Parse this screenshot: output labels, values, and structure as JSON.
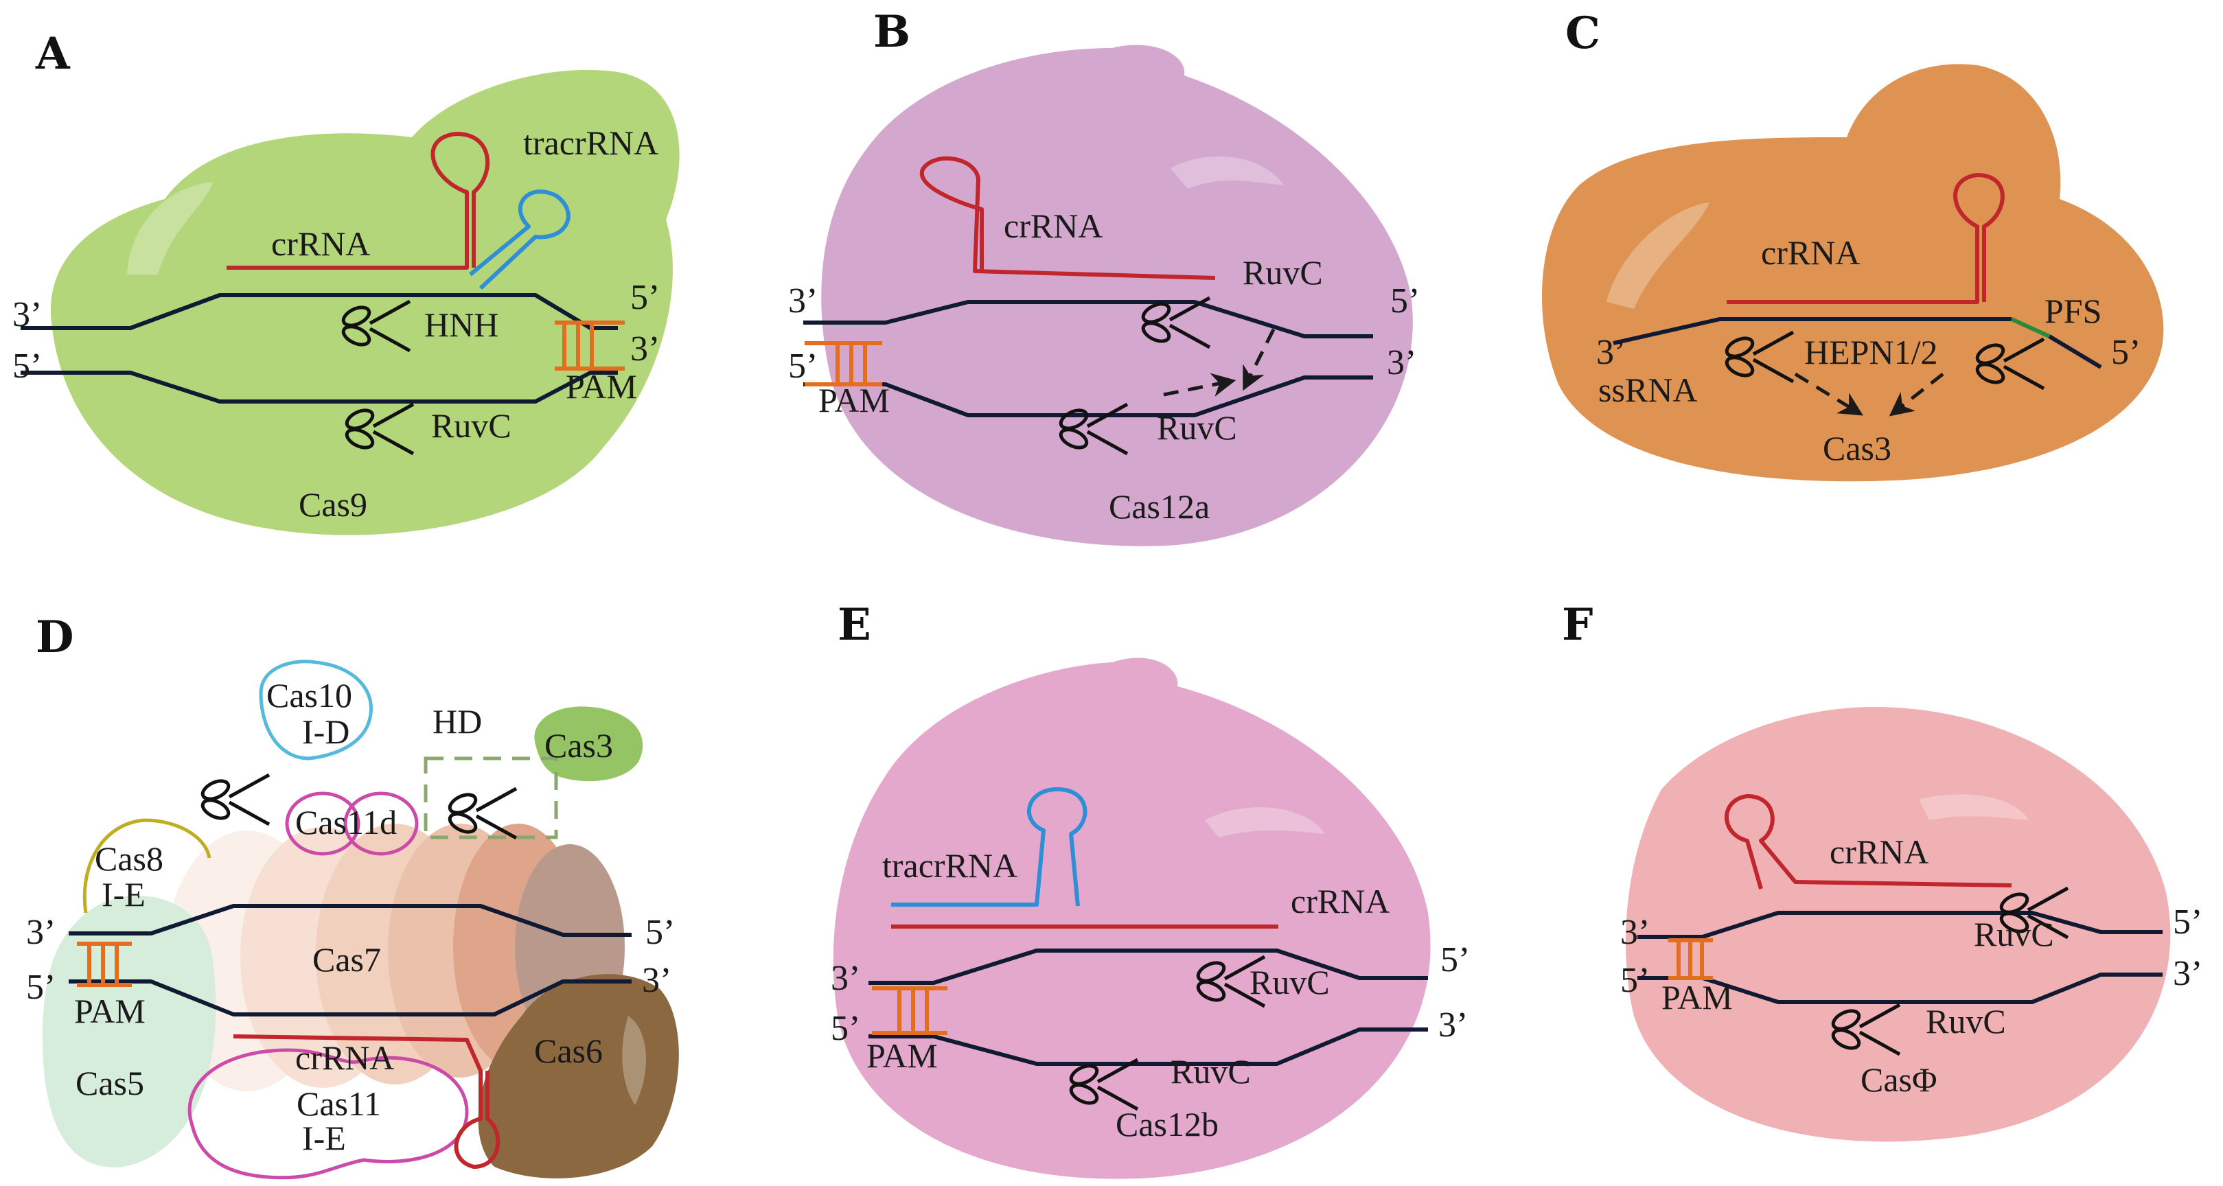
{
  "panels": {
    "A": {
      "letter": "A",
      "protein": "Cas9",
      "crRNA": "crRNA",
      "tracrRNA": "tracrRNA",
      "HNH": "HNH",
      "RuvC": "RuvC",
      "PAM": "PAM",
      "end_top_left": "3’",
      "end_bottom_left": "5’",
      "end_top_right": "5’",
      "end_bottom_right": "3’"
    },
    "B": {
      "letter": "B",
      "protein": "Cas12a",
      "crRNA": "crRNA",
      "RuvC_top": "RuvC",
      "RuvC_bottom": "RuvC",
      "PAM": "PAM",
      "end_top_left": "3’",
      "end_bottom_left": "5’",
      "end_top_right": "5’",
      "end_bottom_right": "3’"
    },
    "C": {
      "letter": "C",
      "protein": "Cas3",
      "crRNA": "crRNA",
      "PFS": "PFS",
      "HEPN": "HEPN1/2",
      "ssRNA": "ssRNA",
      "end_left": "3’",
      "end_right": "5’"
    },
    "D": {
      "letter": "D",
      "cas10": "Cas10",
      "cas10_sub": "I-D",
      "HD": "HD",
      "cas3": "Cas3",
      "cas11d": "Cas11d",
      "cas8": "Cas8",
      "cas8_sub": "I-E",
      "cas7": "Cas7",
      "PAM": "PAM",
      "cas5": "Cas5",
      "crRNA": "crRNA",
      "cas6": "Cas6",
      "cas11": "Cas11",
      "cas11_sub": "I-E",
      "end_top_left": "3’",
      "end_bottom_left": "5’",
      "end_top_right": "5’",
      "end_bottom_right": "3’"
    },
    "E": {
      "letter": "E",
      "protein": "Cas12b",
      "tracrRNA": "tracrRNA",
      "crRNA": "crRNA",
      "RuvC_top": "RuvC",
      "RuvC_bottom": "RuvC",
      "PAM": "PAM",
      "end_top_left": "3’",
      "end_bottom_left": "5’",
      "end_top_right": "5’",
      "end_bottom_right": "3’"
    },
    "F": {
      "letter": "F",
      "protein": "CasΦ",
      "crRNA": "crRNA",
      "RuvC_top": "RuvC",
      "RuvC_bottom": "RuvC",
      "PAM": "PAM",
      "end_top_left": "3’",
      "end_bottom_left": "5’",
      "end_top_right": "5’",
      "end_bottom_right": "3’"
    }
  },
  "colors": {
    "cas9_body": "#b3d67a",
    "cas12a_body": "#d4a7cf",
    "cas3_body": "#de9352",
    "cas12b_body": "#e3a8cb",
    "casphi_body": "#f0b1b5",
    "crRNA": "#c0262c",
    "tracrRNA": "#2e8ed6",
    "PAM": "#e36f1e",
    "DNA": "#111a33",
    "PFS": "#2a8a3c",
    "cas5": "#d6eddc",
    "cas6": "#8c6841",
    "cas3_small": "#94c463",
    "cas10_outline": "#55b9dc",
    "cas11_outline": "#cc4aa8",
    "cas8_outline": "#bfae22",
    "hd_box": "#8aa86e"
  }
}
